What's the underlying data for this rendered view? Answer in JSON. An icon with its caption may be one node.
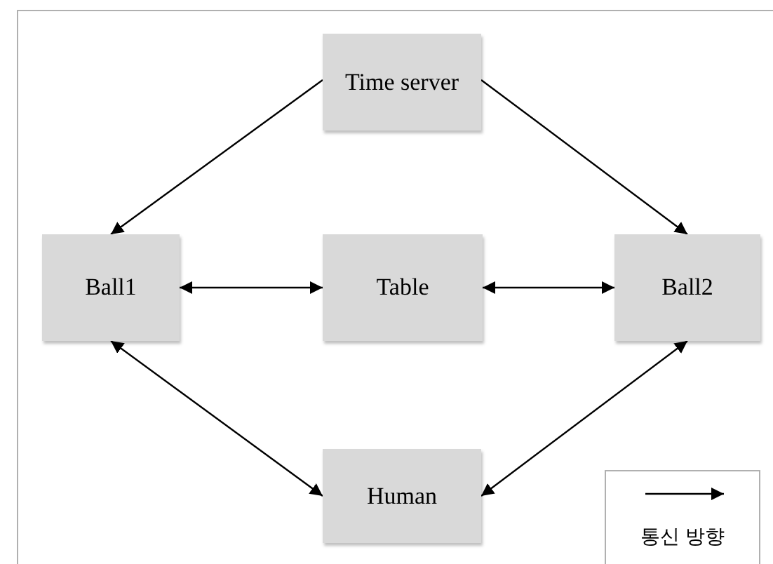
{
  "diagram": {
    "nodes": [
      {
        "text": [
          "Time server"
        ]
      },
      {
        "text": [
          "Ball1"
        ]
      },
      {
        "text": [
          "Table"
        ]
      },
      {
        "text": [
          "Ball2"
        ]
      },
      {
        "text": [
          "Human"
        ]
      }
    ],
    "edges": [
      {
        "from": 0,
        "to": 1,
        "arrow": "to"
      },
      {
        "from": 0,
        "to": 3,
        "arrow": "to"
      },
      {
        "from": 1,
        "to": 2,
        "arrow": "both"
      },
      {
        "from": 2,
        "to": 3,
        "arrow": "both"
      },
      {
        "from": 1,
        "to": 4,
        "arrow": "both"
      },
      {
        "from": 3,
        "to": 4,
        "arrow": "both"
      }
    ],
    "legend": [
      {
        "text": "통신 방향"
      }
    ]
  }
}
